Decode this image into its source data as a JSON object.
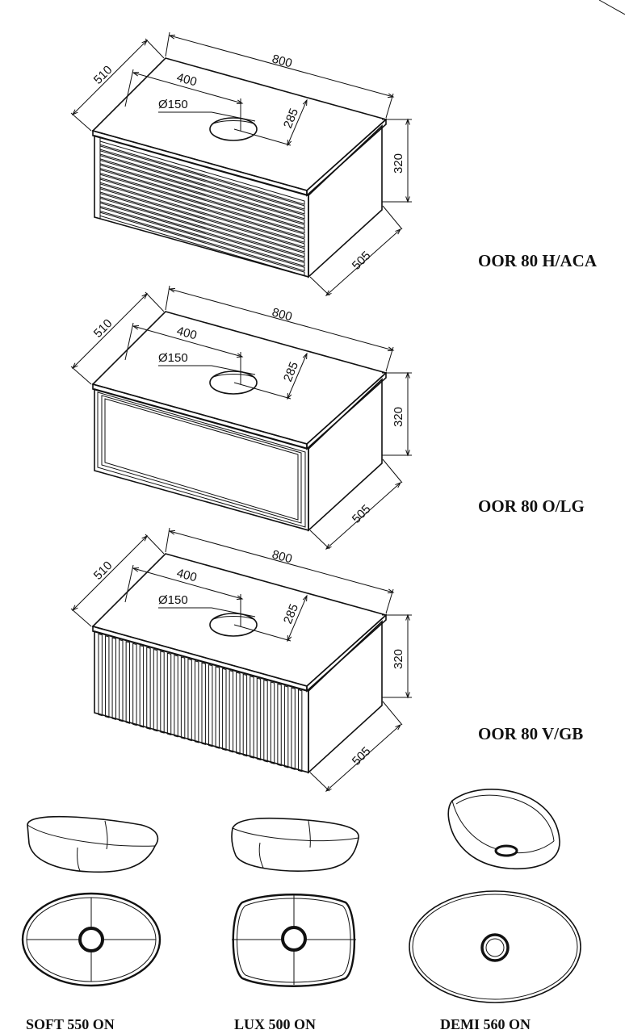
{
  "units": [
    {
      "model": "OOR 80 H/ACA",
      "front": "horizontal-slats",
      "dims": {
        "width": "800",
        "depth": "510",
        "side_depth": "505",
        "height": "320",
        "basin_offset_x": "400",
        "basin_offset_y": "285",
        "basin_diameter": "Ø150"
      }
    },
    {
      "model": "OOR 80 O/LG",
      "front": "frame",
      "dims": {
        "width": "800",
        "depth": "510",
        "side_depth": "505",
        "height": "320",
        "basin_offset_x": "400",
        "basin_offset_y": "285",
        "basin_diameter": "Ø150"
      }
    },
    {
      "model": "OOR 80 V/GB",
      "front": "vertical-slats",
      "dims": {
        "width": "800",
        "depth": "510",
        "side_depth": "505",
        "height": "320",
        "basin_offset_x": "400",
        "basin_offset_y": "285",
        "basin_diameter": "Ø150"
      }
    }
  ],
  "basins": [
    {
      "name": "SOFT 550 ON",
      "shape": "oval"
    },
    {
      "name": "LUX 500 ON",
      "shape": "rounded-rect"
    },
    {
      "name": "DEMI 560 ON",
      "shape": "egg"
    }
  ]
}
